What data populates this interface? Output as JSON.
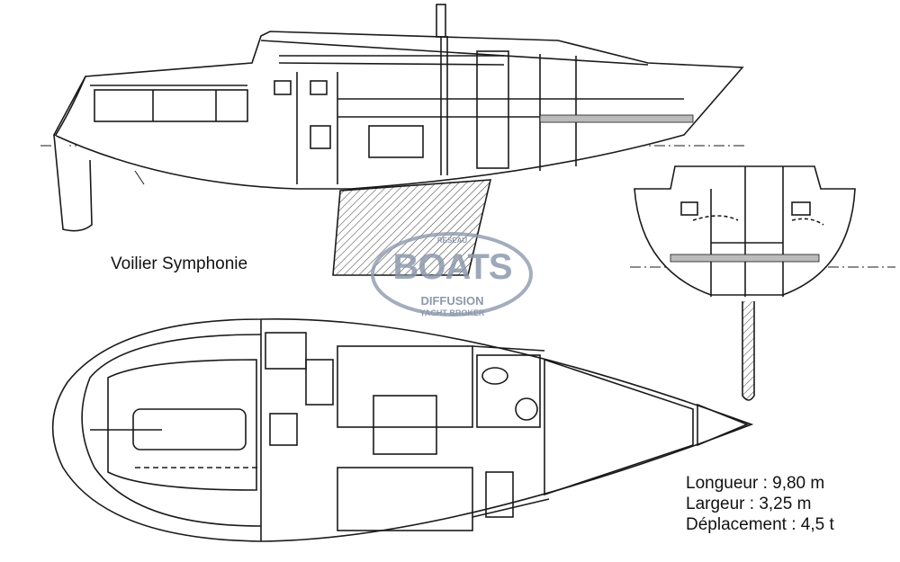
{
  "title": "Voilier Symphonie",
  "specs": [
    "Longueur : 9,80 m",
    "Largeur : 3,25 m",
    "Déplacement : 4,5 t"
  ],
  "watermark": {
    "top": "RESEAU",
    "main": "BOATS",
    "sub": "DIFFUSION",
    "bottom": "YACHT BROKER",
    "color": "#8d99ad"
  },
  "colors": {
    "line": "#1a1a1a",
    "background": "#ffffff"
  }
}
